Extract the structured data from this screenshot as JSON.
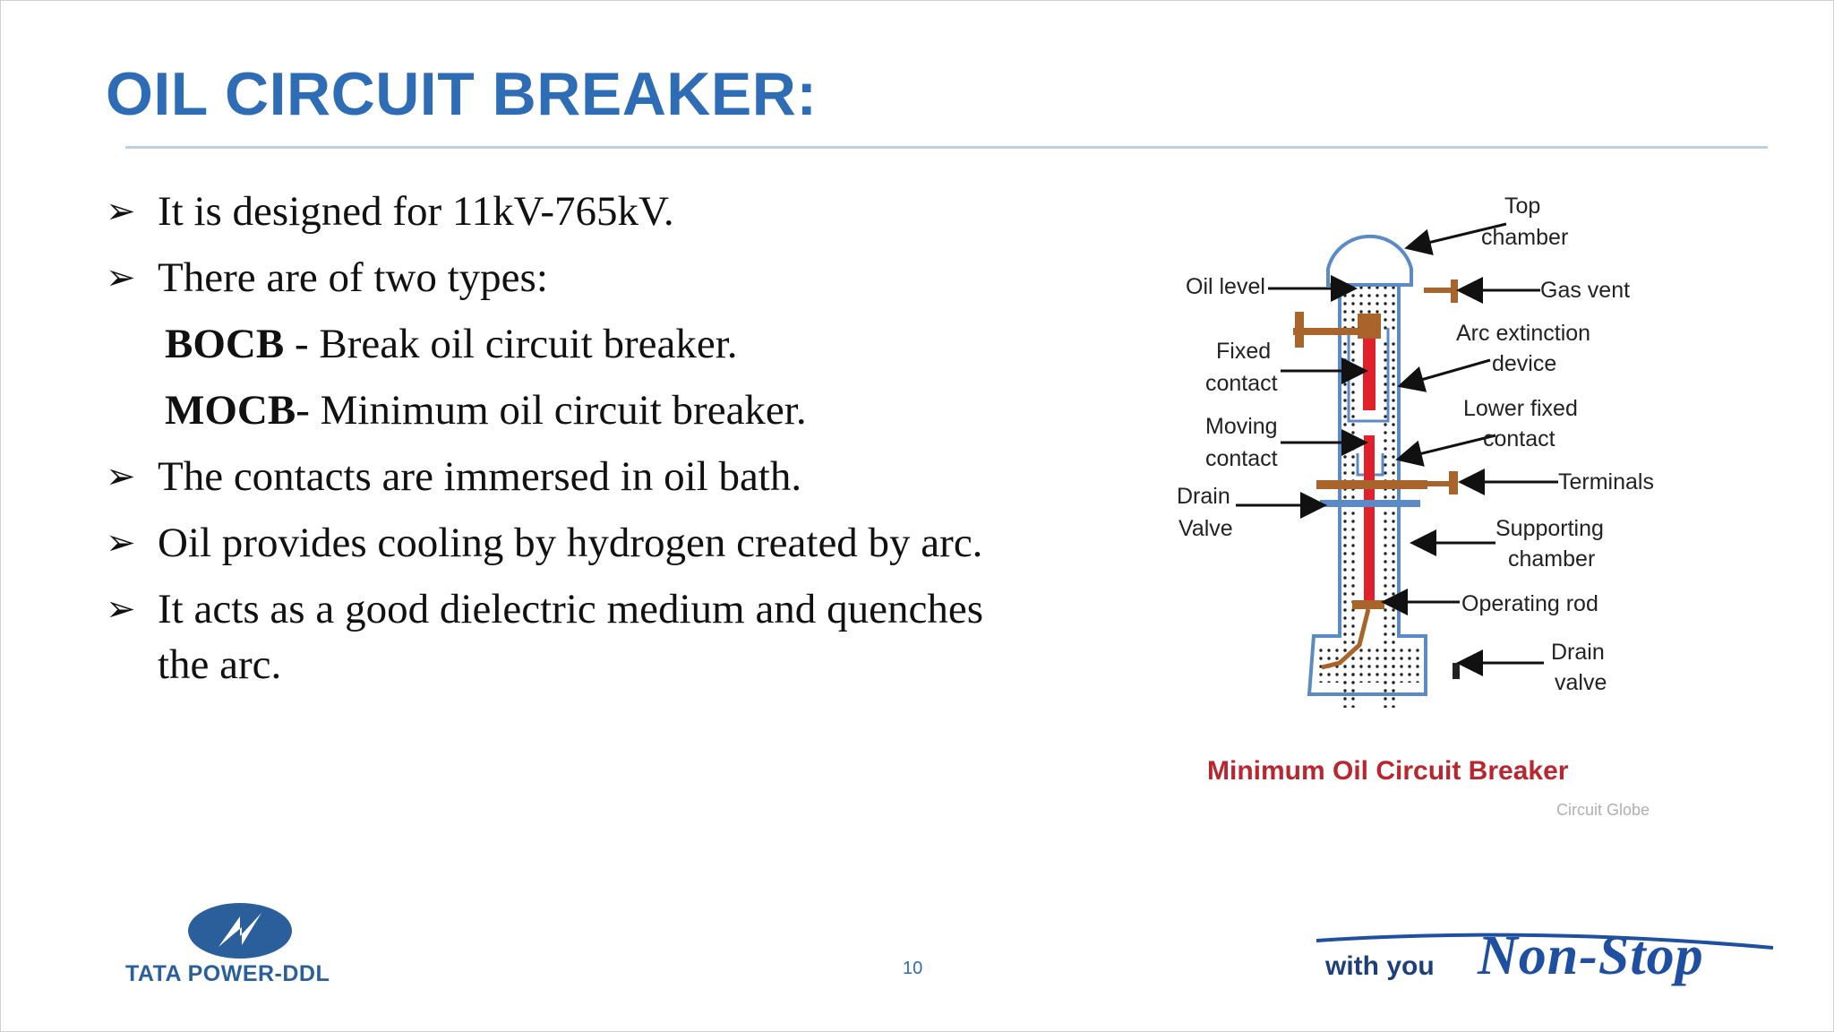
{
  "slide": {
    "title": "OIL CIRCUIT BREAKER:",
    "page_number": "10"
  },
  "bullets": [
    {
      "text": "It is designed for 11kV-765kV."
    },
    {
      "text": "There are of two types:"
    },
    {
      "text": "The contacts are immersed in oil bath."
    },
    {
      "text": "Oil provides cooling by hydrogen created by arc."
    },
    {
      "text": "It acts as a good dielectric medium and quenches the arc."
    }
  ],
  "types": [
    {
      "abbr": "BOCB",
      "desc": " - Break oil circuit breaker."
    },
    {
      "abbr": "MOCB",
      "desc": "- Minimum oil circuit breaker."
    }
  ],
  "diagram": {
    "labels": {
      "top_chamber_1": "Top",
      "top_chamber_2": "chamber",
      "oil_level": "Oil level",
      "gas_vent": "Gas vent",
      "arc_1": "Arc extinction",
      "arc_2": "device",
      "fixed_1": "Fixed",
      "fixed_2": "contact",
      "lower_fixed_1": "Lower fixed",
      "lower_fixed_2": "contact",
      "moving_1": "Moving",
      "moving_2": "contact",
      "terminals": "Terminals",
      "drain_1": "Drain",
      "drain_2": "Valve",
      "supporting_1": "Supporting",
      "supporting_2": "chamber",
      "operating_rod": "Operating rod",
      "drain_valve_1": "Drain",
      "drain_valve_2": "valve"
    },
    "caption": "Minimum Oil Circuit Breaker",
    "credit": "Circuit Globe",
    "colors": {
      "outline": "#5b8ac4",
      "contact": "#e0202a",
      "terminal": "#a8642a",
      "caption": "#b8262f"
    }
  },
  "footer": {
    "logo_text": "TATA POWER-DDL",
    "tagline_small": "with you",
    "tagline_big": "Non-Stop"
  },
  "colors": {
    "title": "#2e6db5",
    "rule": "#c4cfdc",
    "brand_blue": "#2b5f9b"
  }
}
